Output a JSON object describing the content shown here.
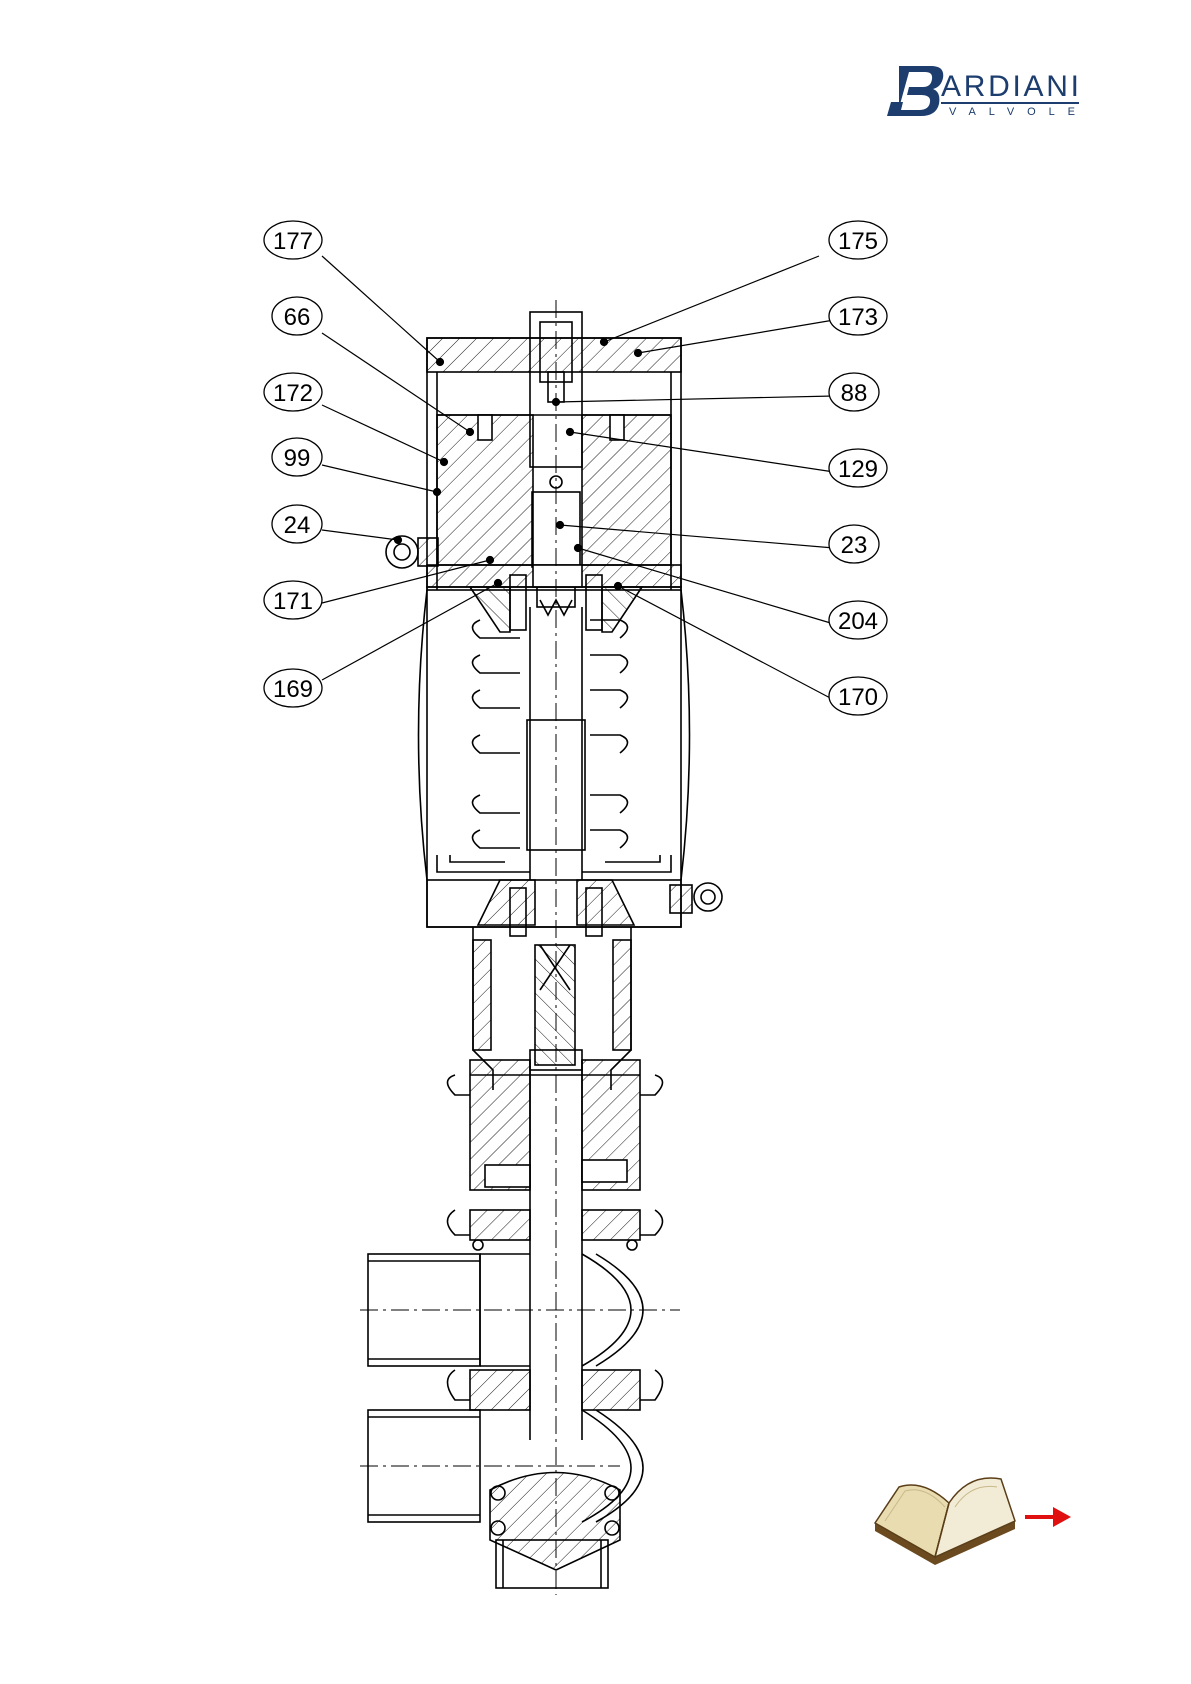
{
  "brand": {
    "name": "ARDIANI",
    "initial": "B",
    "subtitle": "VALVOLE",
    "color": "#1c3d6e"
  },
  "callouts": {
    "c177": "177",
    "c175": "175",
    "c66": "66",
    "c173": "173",
    "c172": "172",
    "c88": "88",
    "c99": "99",
    "c129": "129",
    "c24": "24",
    "c23": "23",
    "c171": "171",
    "c204": "204",
    "c169": "169",
    "c170": "170"
  },
  "navigation": {
    "book_icon": "open-book-icon",
    "arrow_icon": "arrow-right-icon",
    "arrow_color": "#e01010"
  }
}
